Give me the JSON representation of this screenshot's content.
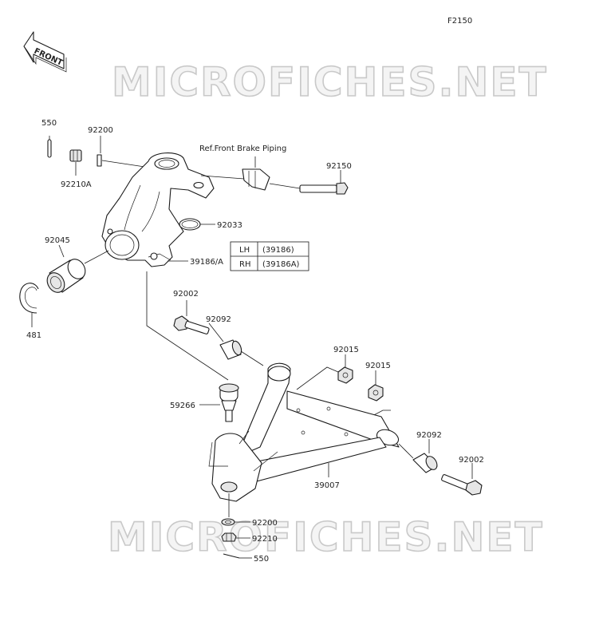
{
  "diagram": {
    "code": "F2150",
    "front_arrow_text": "FRONT",
    "watermark_top": "MICROFICHES.NET",
    "watermark_bottom": "MICROFICHES.NET",
    "ref_note": "Ref.Front Brake Piping"
  },
  "callouts": {
    "c550_top": "550",
    "c92200_top": "92200",
    "c92210A": "92210A",
    "c92150": "92150",
    "c92033": "92033",
    "c92045": "92045",
    "c39186": "39186/A",
    "c481": "481",
    "c92002_top": "92002",
    "c92092_top": "92092",
    "c92015_a": "92015",
    "c92015_b": "92015",
    "c59266": "59266",
    "c92092_bot": "92092",
    "c92002_bot": "92002",
    "c39007": "39007",
    "c92200_bot": "92200",
    "c92210_bot": "92210",
    "c550_bot": "550"
  },
  "variant_table": {
    "rows": [
      {
        "side": "LH",
        "part": "(39186)"
      },
      {
        "side": "RH",
        "part": "(39186A)"
      }
    ]
  }
}
